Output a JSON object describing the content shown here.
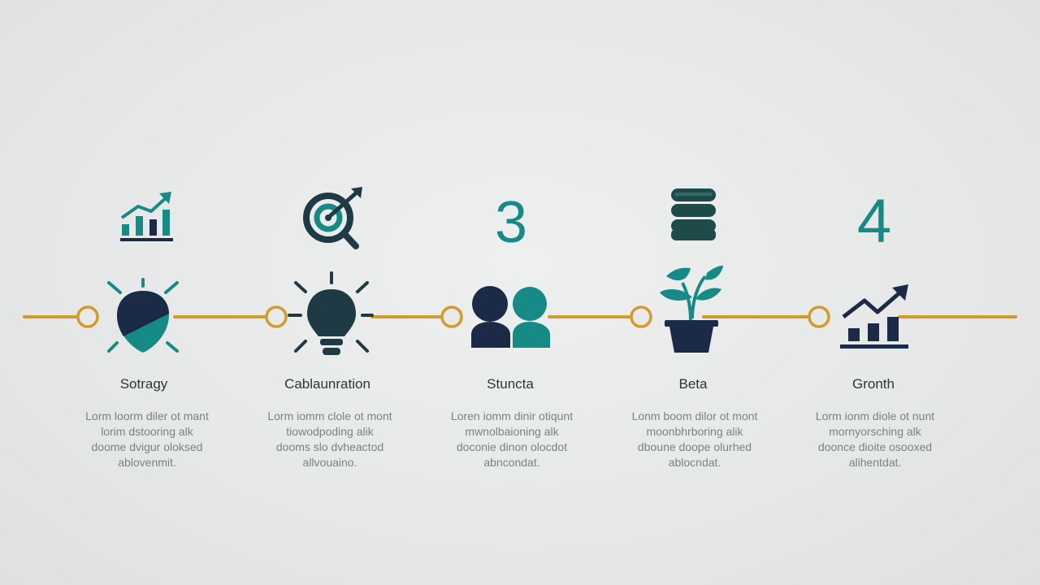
{
  "colors": {
    "navy": "#1b2a46",
    "teal": "#168a84",
    "gold": "#d49a2a",
    "title_text": "#2f3436",
    "body_text": "#7c8183",
    "background": "#e6e8e8"
  },
  "top_icons": [
    {
      "icon": "bar-chart-growth-icon",
      "text": ""
    },
    {
      "icon": "target-arrow-icon",
      "text": ""
    },
    {
      "icon": "number-three",
      "text": "3"
    },
    {
      "icon": "database-stack-icon",
      "text": ""
    },
    {
      "icon": "number-four",
      "text": "4"
    }
  ],
  "steps": [
    {
      "icon": "shield-sparkle-icon",
      "title": "Sotragy",
      "desc": [
        "Lorm loorm diler ot mant",
        "lorim dstooring alk",
        "doome dvigur oloksed",
        "ablovenmit."
      ]
    },
    {
      "icon": "lightbulb-icon",
      "title": "Cablaunration",
      "desc": [
        "Lorm iomm clole ot mont",
        "tiowodpoding alik",
        "dooms slo dvheactod",
        "allvouaino."
      ]
    },
    {
      "icon": "people-icon",
      "title": "Stuncta",
      "desc": [
        "Loren iomm dinir otiqunt",
        "mwnolbaioning alk",
        "doconie dinon olocdot",
        "abncondat."
      ]
    },
    {
      "icon": "plant-pot-icon",
      "title": "Beta",
      "desc": [
        "Lonm boom dilor ot mont",
        "moonbhrboring alik",
        "dboune doope olurhed",
        "ablocndat."
      ]
    },
    {
      "icon": "growth-chart-icon",
      "title": "Gronth",
      "desc": [
        "Lorm ionm diole ot nunt",
        "mornyorsching alk",
        "doonce dioite osooxed",
        "alihentdat."
      ]
    }
  ]
}
